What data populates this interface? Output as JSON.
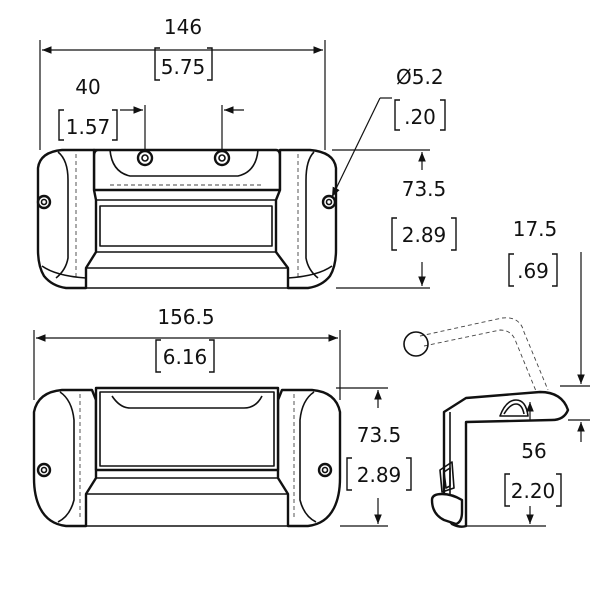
{
  "drawing": {
    "top_view": {
      "width_mm": "146",
      "width_in": "5.75",
      "hole_spacing_mm": "40",
      "hole_spacing_in": "1.57",
      "hole_diameter_mm": "Ø5.2",
      "hole_diameter_in": ".20",
      "height_mm": "73.5",
      "height_in": "2.89"
    },
    "front_view": {
      "width_mm": "156.5",
      "width_in": "6.16",
      "height_mm": "73.5",
      "height_in": "2.89"
    },
    "side_view": {
      "handle_clearance_mm": "17.5",
      "handle_clearance_in": ".69",
      "depth_mm": "56",
      "depth_in": "2.20"
    }
  }
}
